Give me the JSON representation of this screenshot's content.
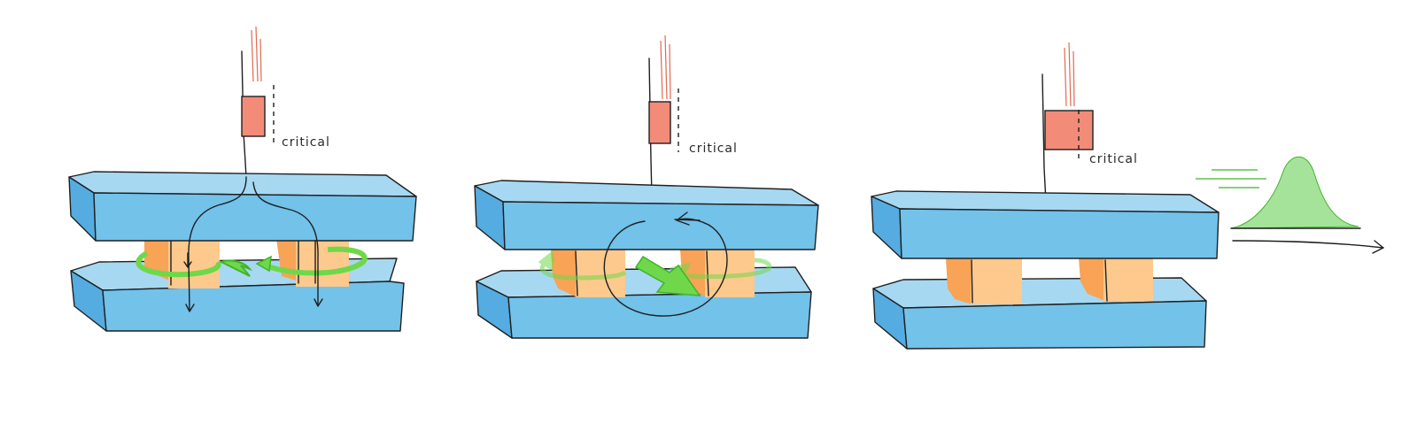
{
  "colors": {
    "slab_top": "#a6d8f2",
    "slab_front": "#72c2ea",
    "slab_side": "#55ace0",
    "post_light": "#fdc98d",
    "post_dark": "#f8a355",
    "stress_bar": "#f38b79",
    "motion_lines": "#e06a52",
    "swirl_green": "#6fd84a",
    "swirl_green_dark": "#3fb428",
    "curve_fill": "#a6e39a",
    "ink": "#1f1f1f"
  },
  "panels": [
    {
      "critical_label": "critical"
    },
    {
      "critical_label": "critical"
    },
    {
      "critical_label": "critical"
    }
  ]
}
